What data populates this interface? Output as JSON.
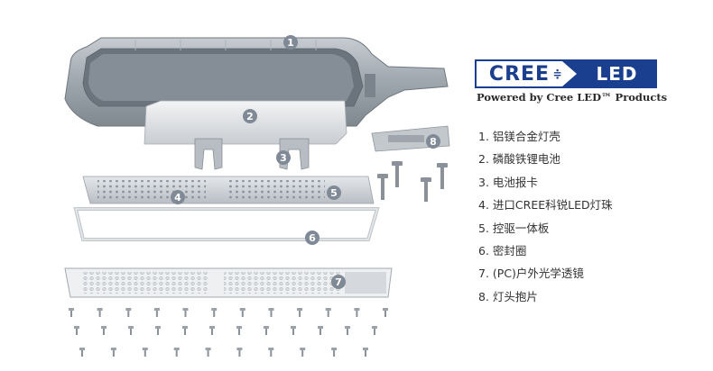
{
  "logo": {
    "brand": "CREE",
    "product": "LED",
    "tagline": "Powered by Cree LED™ Products"
  },
  "legend": [
    "1. 铝镁合金灯壳",
    "2. 磷酸铁锂电池",
    "3. 电池报卡",
    "4. 进口CREE科锐LED灯珠",
    "5. 控驱一体板",
    "6. 密封圈",
    "7. (PC)户外光学透镜",
    "8. 灯头抱片"
  ],
  "badges": [
    "1",
    "2",
    "3",
    "4",
    "5",
    "6",
    "7",
    "8"
  ],
  "colors": {
    "brand_blue": "#1b3f8f",
    "badge_gray": "#7f8a96",
    "housing_gray": "#9aa3ab"
  }
}
